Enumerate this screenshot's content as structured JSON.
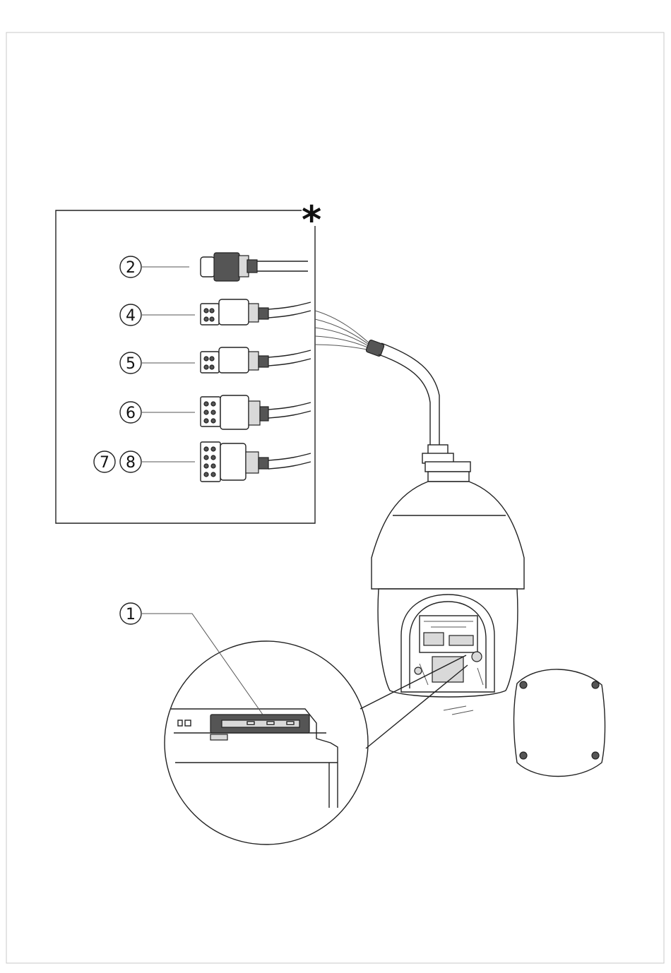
{
  "figure": {
    "asterisk": "*",
    "callouts": [
      {
        "id": "c2",
        "text": "2"
      },
      {
        "id": "c4",
        "text": "4"
      },
      {
        "id": "c5",
        "text": "5"
      },
      {
        "id": "c6",
        "text": "6"
      },
      {
        "id": "c7",
        "text": "7"
      },
      {
        "id": "c8",
        "text": "8"
      },
      {
        "id": "c1",
        "text": "1"
      }
    ]
  }
}
